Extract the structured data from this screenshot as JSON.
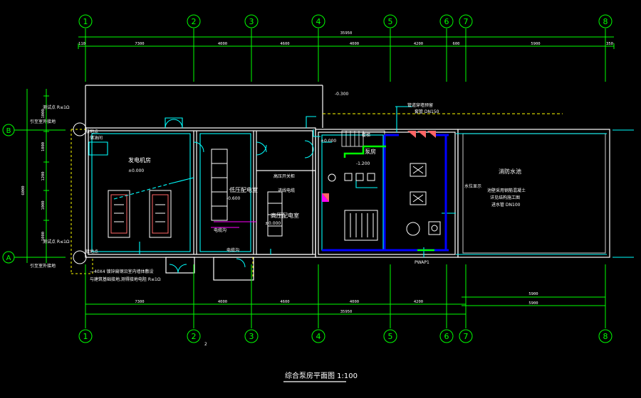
{
  "drawing": {
    "title": "综合泵房平面图 1:100",
    "colors": {
      "background": "#000000",
      "grid": "#00ff00",
      "wall": "#ffffff",
      "cyan": "#00ffff",
      "yellow": "#ffff00",
      "blue": "#0000ff",
      "magenta": "#ff00ff",
      "red": "#ff5555"
    },
    "axes_vertical": [
      {
        "label": "1"
      },
      {
        "label": "2"
      },
      {
        "label": "3"
      },
      {
        "label": "4"
      },
      {
        "label": "5"
      },
      {
        "label": "6"
      },
      {
        "label": "7"
      },
      {
        "label": "8"
      }
    ],
    "axes_horizontal": [
      {
        "label": "B"
      },
      {
        "label": "A"
      }
    ],
    "top_total": "35950",
    "top_segments": [
      "110",
      "7300",
      "4000",
      "4600",
      "4000",
      "4200",
      "600",
      "5900",
      "350"
    ],
    "bottom_segments": [
      "7300",
      "4000",
      "4600",
      "4000",
      "4200"
    ],
    "bottom_total": "35950",
    "bottom_right_1": "5900",
    "bottom_right_2": "5900",
    "left_total": "6000",
    "left_segments": [
      "1000",
      "1000",
      "1200",
      "1000",
      "1000"
    ],
    "rooms": {
      "generator": "发电机房",
      "generator_elev": "±0.000",
      "low_voltage": "低压配电室",
      "low_voltage_elev": "-0.600",
      "high_voltage": "高压配电室",
      "high_voltage_elev": "±0.000",
      "pump": "泵房",
      "pump_elev": "-1.200",
      "pool": "消防水池",
      "pool_note": "池壁采用钢筋混凝土",
      "pool_note2": "详见结构施工图",
      "oil": "储油间"
    },
    "labels": {
      "top_level": "-0.300",
      "column_b": "接地点",
      "column_a": "接地点",
      "b_note1": "测试点 R≤1Ω",
      "b_note2": "引至室外接地",
      "a_note1": "测试点 R≤1Ω",
      "a_note2": "引至室外接地",
      "ground_note1": "—40X4 镀锌扁钢沿室内墙体敷设",
      "ground_note2": "与建筑基础接地,测得接地电阻 R≤1Ω",
      "pump_pipe_note": "管道穿墙预留",
      "pump_pipe_note2": "套管 DN150",
      "pool_tag": "水位显示",
      "pool_pipe": "进水管 DN100",
      "pwap": "PWAP1",
      "mark_2": "2",
      "hv_cab_note": "电缆沟",
      "lv_trench": "电缆沟",
      "lv_note": "高压开关柜",
      "hv_elev_note": "进线电缆",
      "stair": "楼梯",
      "oil_elev": "±0.000",
      "pump_elev2": "-1.200"
    }
  }
}
